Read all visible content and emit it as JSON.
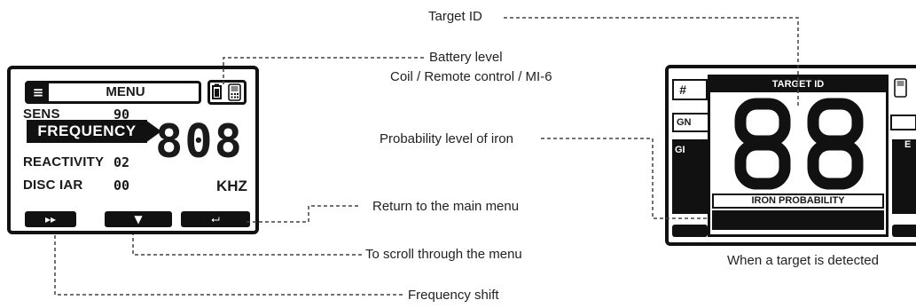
{
  "annotations": {
    "target_id": "Target ID",
    "battery_level": "Battery level",
    "coil_remote": "Coil / Remote control / MI-6",
    "probability_iron": "Probability level of iron",
    "return_main_menu": "Return to the main menu",
    "scroll_menu": "To scroll through the menu",
    "frequency_shift": "Frequency shift"
  },
  "menu_screen": {
    "menu_title": "MENU",
    "rows": [
      {
        "label": "SENS",
        "value": "90"
      },
      {
        "label": "FREQUENCY",
        "value": ""
      },
      {
        "label": "REACTIVITY",
        "value": "02"
      },
      {
        "label": "DISC IAR",
        "value": "00"
      }
    ],
    "frequency_value": "808",
    "frequency_unit": "KHZ",
    "buttons": [
      {
        "name": "frequency-shift",
        "glyph": "▸▸"
      },
      {
        "name": "scroll",
        "glyph": "▼"
      },
      {
        "name": "return",
        "glyph": "⮠"
      }
    ]
  },
  "detect_screen": {
    "target_id_header": "TARGET ID",
    "target_id_value": "88",
    "iron_probability_header": "IRON PROBABILITY",
    "iron_probability_level": 1.0,
    "caption": "When a target is detected",
    "partial_left": [
      "GN",
      "GI"
    ],
    "partial_right": "E"
  }
}
